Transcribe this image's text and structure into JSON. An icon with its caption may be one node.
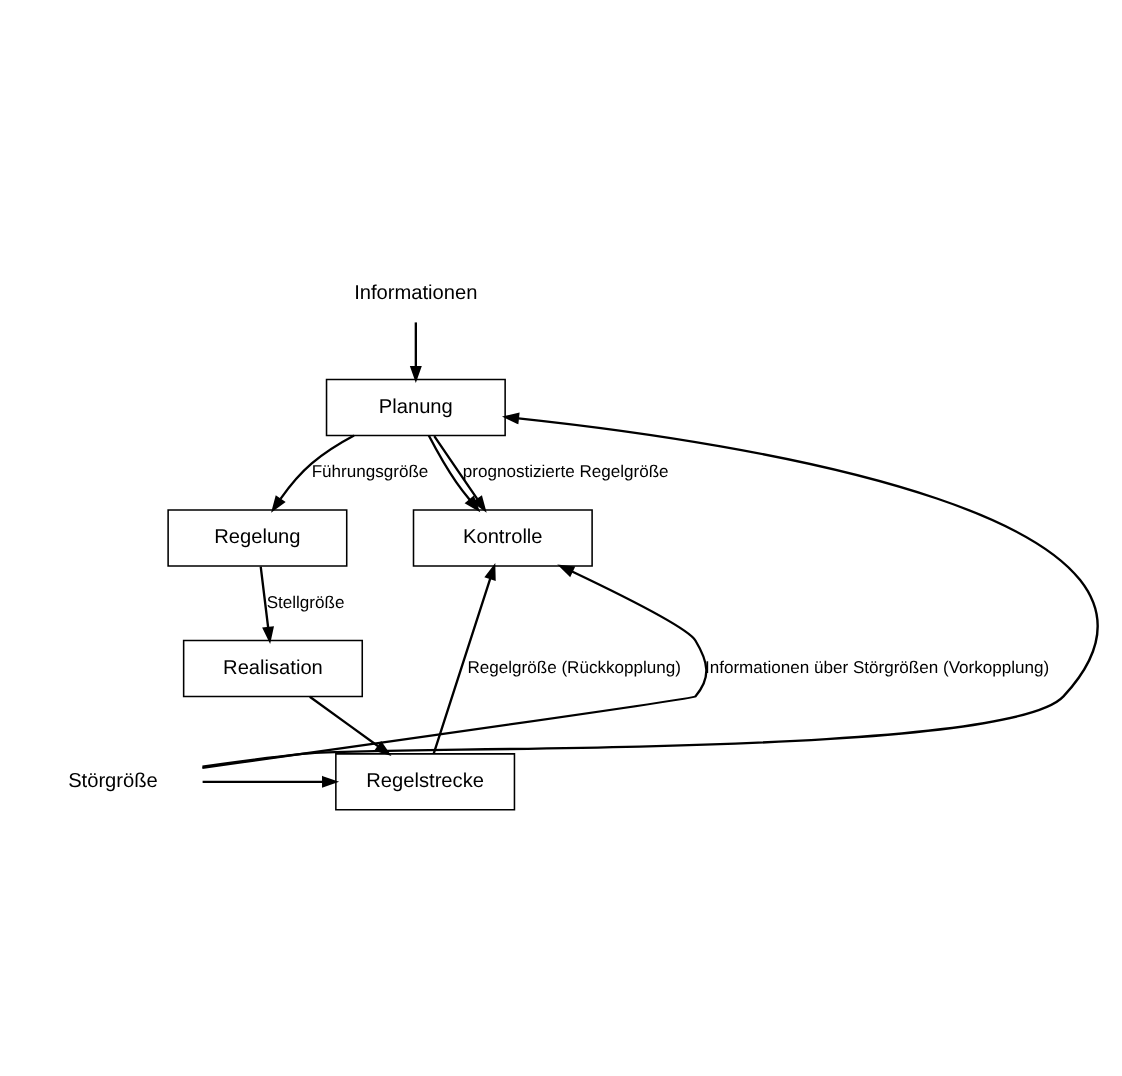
{
  "diagram": {
    "nodes": [
      {
        "text": [
          "Informationen"
        ]
      },
      {
        "text": [
          "Planung"
        ]
      },
      {
        "text": [
          "Regelung"
        ]
      },
      {
        "text": [
          "Kontrolle"
        ]
      },
      {
        "text": [
          "Realisation"
        ]
      },
      {
        "text": [
          "Regelstrecke"
        ]
      },
      {
        "text": [
          "Störgröße"
        ]
      }
    ],
    "edges": [
      {
        "from": 0,
        "to": 1,
        "arrow": "to"
      },
      {
        "from": 1,
        "to": 2,
        "arrow": "to",
        "label": "Führungsgröße"
      },
      {
        "from": 1,
        "to": 3,
        "arrow": "to"
      },
      {
        "from": 1,
        "to": 3,
        "arrow": "to",
        "label": "prognostizierte Regelgröße"
      },
      {
        "from": 2,
        "to": 4,
        "arrow": "to",
        "label": "Stellgröße"
      },
      {
        "from": 4,
        "to": 5,
        "arrow": "to"
      },
      {
        "from": 5,
        "to": 3,
        "arrow": "to",
        "label": "Regelgröße (Rückkopplung)"
      },
      {
        "from": 6,
        "to": 5,
        "arrow": "to"
      },
      {
        "from": 6,
        "to": 3,
        "arrow": "to",
        "label": "Informationen über Störgrößen (Vorkopplung)"
      },
      {
        "from": 6,
        "to": 1,
        "arrow": "to"
      }
    ]
  }
}
